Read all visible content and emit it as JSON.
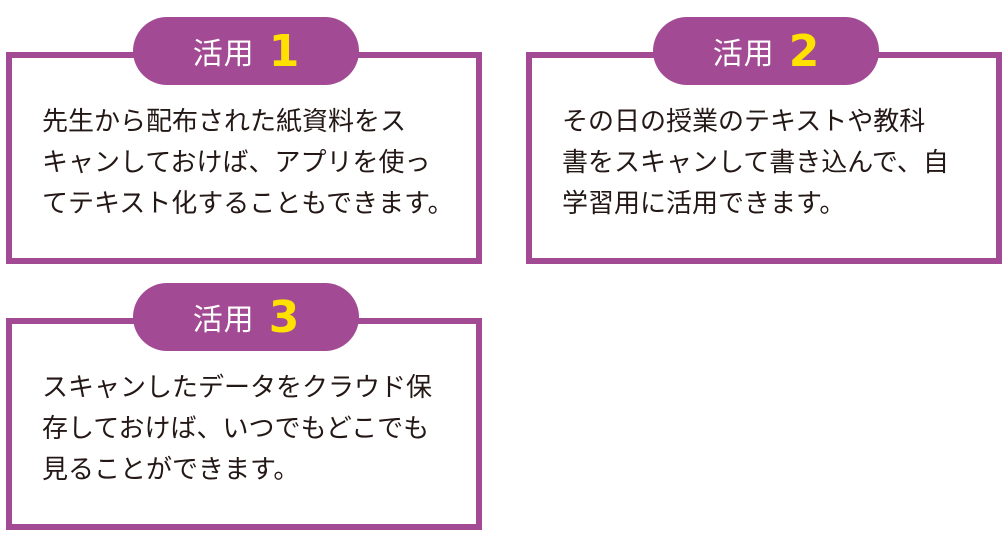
{
  "colors": {
    "accent": "#a24a93",
    "number": "#ffe100",
    "text": "#231815"
  },
  "cards": [
    {
      "label": "活用",
      "number": "1",
      "lines": [
        "先生から配布された紙資料をス",
        "キャンしておけば、アプリを使っ",
        "てテキスト化することもできます。"
      ]
    },
    {
      "label": "活用",
      "number": "2",
      "lines": [
        "その日の授業のテキストや教科",
        "書をスキャンして書き込んで、自",
        "学習用に活用できます。"
      ]
    },
    {
      "label": "活用",
      "number": "3",
      "lines": [
        "スキャンしたデータをクラウド保",
        "存しておけば、いつでもどこでも",
        "見ることができます。"
      ]
    }
  ]
}
